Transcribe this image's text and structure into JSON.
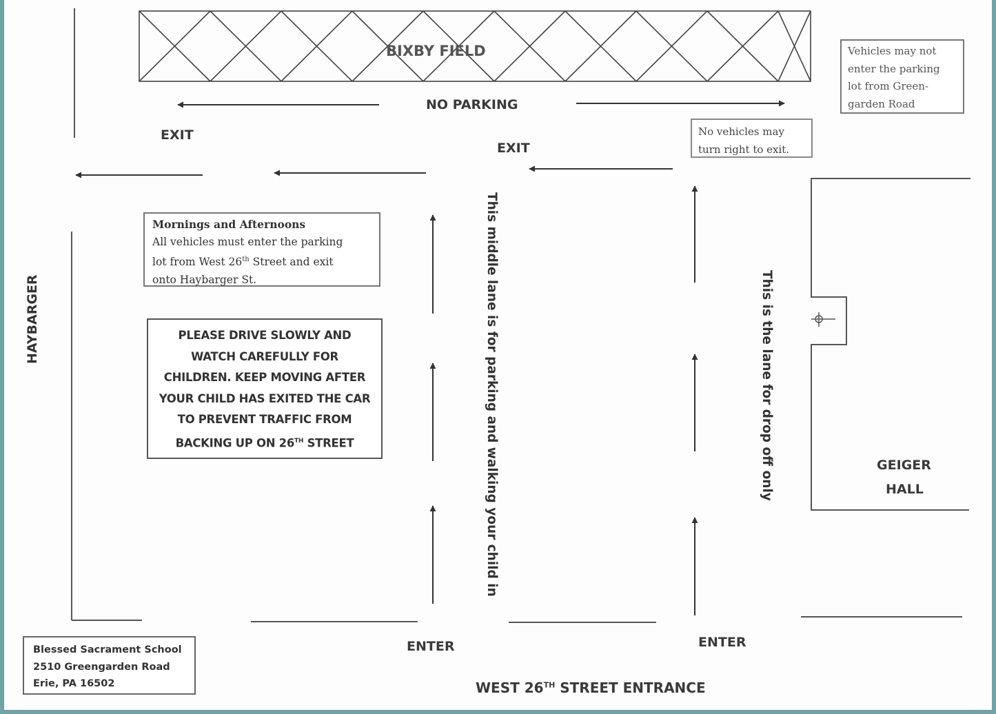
{
  "field": {
    "name": "BIXBY FIELD"
  },
  "no_parking": "NO PARKING",
  "exit_label": "EXIT",
  "enter_label": "ENTER",
  "street_left": "HAYBARGER",
  "building": {
    "line1": "GEIGER",
    "line2": "HALL"
  },
  "entrance": {
    "prefix": "WEST 26",
    "sup": "TH",
    "suffix": " STREET ENTRANCE"
  },
  "greengarden_note": {
    "lines": [
      "Vehicles may not",
      "enter the parking",
      "lot from Green-",
      "garden Road"
    ]
  },
  "no_right_note": {
    "lines": [
      "No vehicles may",
      "turn right to exit."
    ]
  },
  "mornings_note": {
    "title": "Mornings and Afternoons",
    "line1": "All vehicles must enter the parking",
    "line2_prefix": "lot from West 26",
    "line2_sup": "th",
    "line2_suffix": " Street and exit",
    "line3": "onto Haybarger St."
  },
  "drive_notice": {
    "lines": [
      "PLEASE DRIVE SLOWLY AND",
      "WATCH CAREFULLY FOR",
      "CHILDREN. KEEP MOVING AFTER",
      "YOUR CHILD HAS EXITED THE CAR",
      "TO PREVENT TRAFFIC FROM"
    ],
    "last_prefix": "BACKING UP ON 26",
    "last_sup": "TH",
    "last_suffix": " STREET"
  },
  "middle_lane_text": "This middle lane is for parking and walking your child in",
  "dropoff_lane_text": "This is the lane for drop off only",
  "school_address": {
    "lines": [
      "Blessed Sacrament School",
      "2510 Greengarden Road",
      "Erie, PA 16502"
    ]
  }
}
